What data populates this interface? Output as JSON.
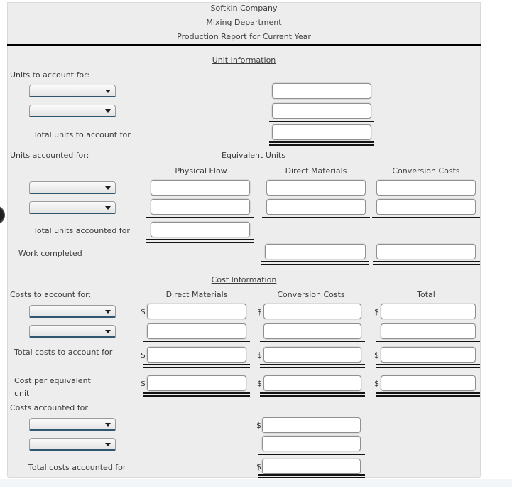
{
  "colors": {
    "panel_bg": "#ededed",
    "dropdown_accent": "#31566f",
    "rule_color": "#000000",
    "text": "#3c3c3c"
  },
  "header": {
    "company": "Softkin Company",
    "department": "Mixing Department",
    "report_title": "Production Report for Current Year"
  },
  "unit_info": {
    "section_title": "Unit Information",
    "units_to_account_label": "Units to account for:",
    "total_units_to_account_label": "Total units to account for",
    "units_accounted_label": "Units accounted for:",
    "equivalent_units_label": "Equivalent Units",
    "columns": {
      "physical_flow": "Physical Flow",
      "direct_materials": "Direct Materials",
      "conversion_costs": "Conversion Costs"
    },
    "total_units_accounted_label": "Total units accounted for",
    "work_completed_label": "Work completed"
  },
  "cost_info": {
    "section_title": "Cost Information",
    "costs_to_account_label": "Costs to account for:",
    "columns": {
      "direct_materials": "Direct Materials",
      "conversion_costs": "Conversion Costs",
      "total": "Total"
    },
    "total_costs_to_account_label": "Total costs to account for",
    "cost_per_equivalent_unit_label": "Cost per equivalent unit",
    "costs_accounted_label": "Costs accounted for:",
    "total_costs_accounted_label": "Total costs accounted for"
  },
  "symbols": {
    "dollar": "$"
  },
  "fields": {
    "dropdown_selected": "",
    "input_value": ""
  }
}
